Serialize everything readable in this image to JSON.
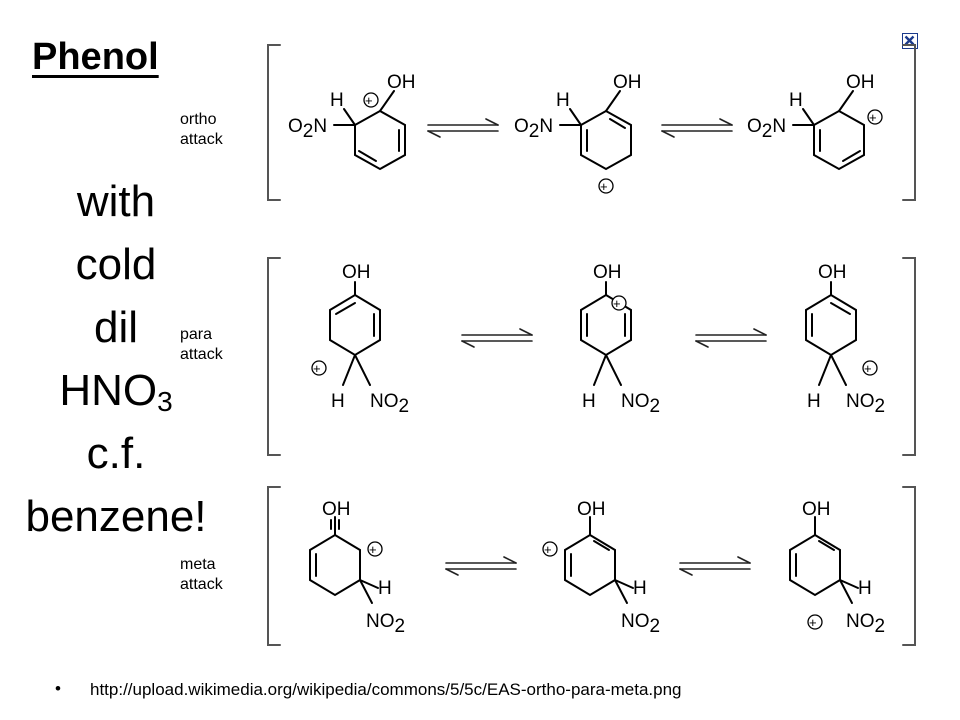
{
  "title": "Phenol",
  "side_text": {
    "line1": "with",
    "line2": "cold",
    "line3": "dil",
    "line4_main": "HNO",
    "line4_sub": "3",
    "line5": "c.f.",
    "line6": "benzene!"
  },
  "close_icon": "close-icon",
  "attacks": {
    "ortho": [
      "ortho",
      "attack"
    ],
    "para": [
      "para",
      "attack"
    ],
    "meta": [
      "meta",
      "attack"
    ]
  },
  "atoms": {
    "oh": "OH",
    "h": "H",
    "o2n_o": "O",
    "o2n_2": "2",
    "o2n_n": "N",
    "no2_no": "NO",
    "no2_2": "2",
    "plus": "+"
  },
  "footer": {
    "bullet": "•",
    "url": "http://upload.wikimedia.org/wikipedia/commons/5/5c/EAS-ortho-para-meta.png"
  }
}
